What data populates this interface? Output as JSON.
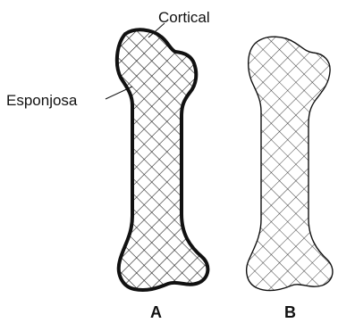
{
  "labels": {
    "cortical": "Cortical",
    "esponjosa": "Esponjosa",
    "panel_a": "A",
    "panel_b": "B"
  },
  "colors": {
    "ink": "#111111",
    "background": "#ffffff"
  }
}
